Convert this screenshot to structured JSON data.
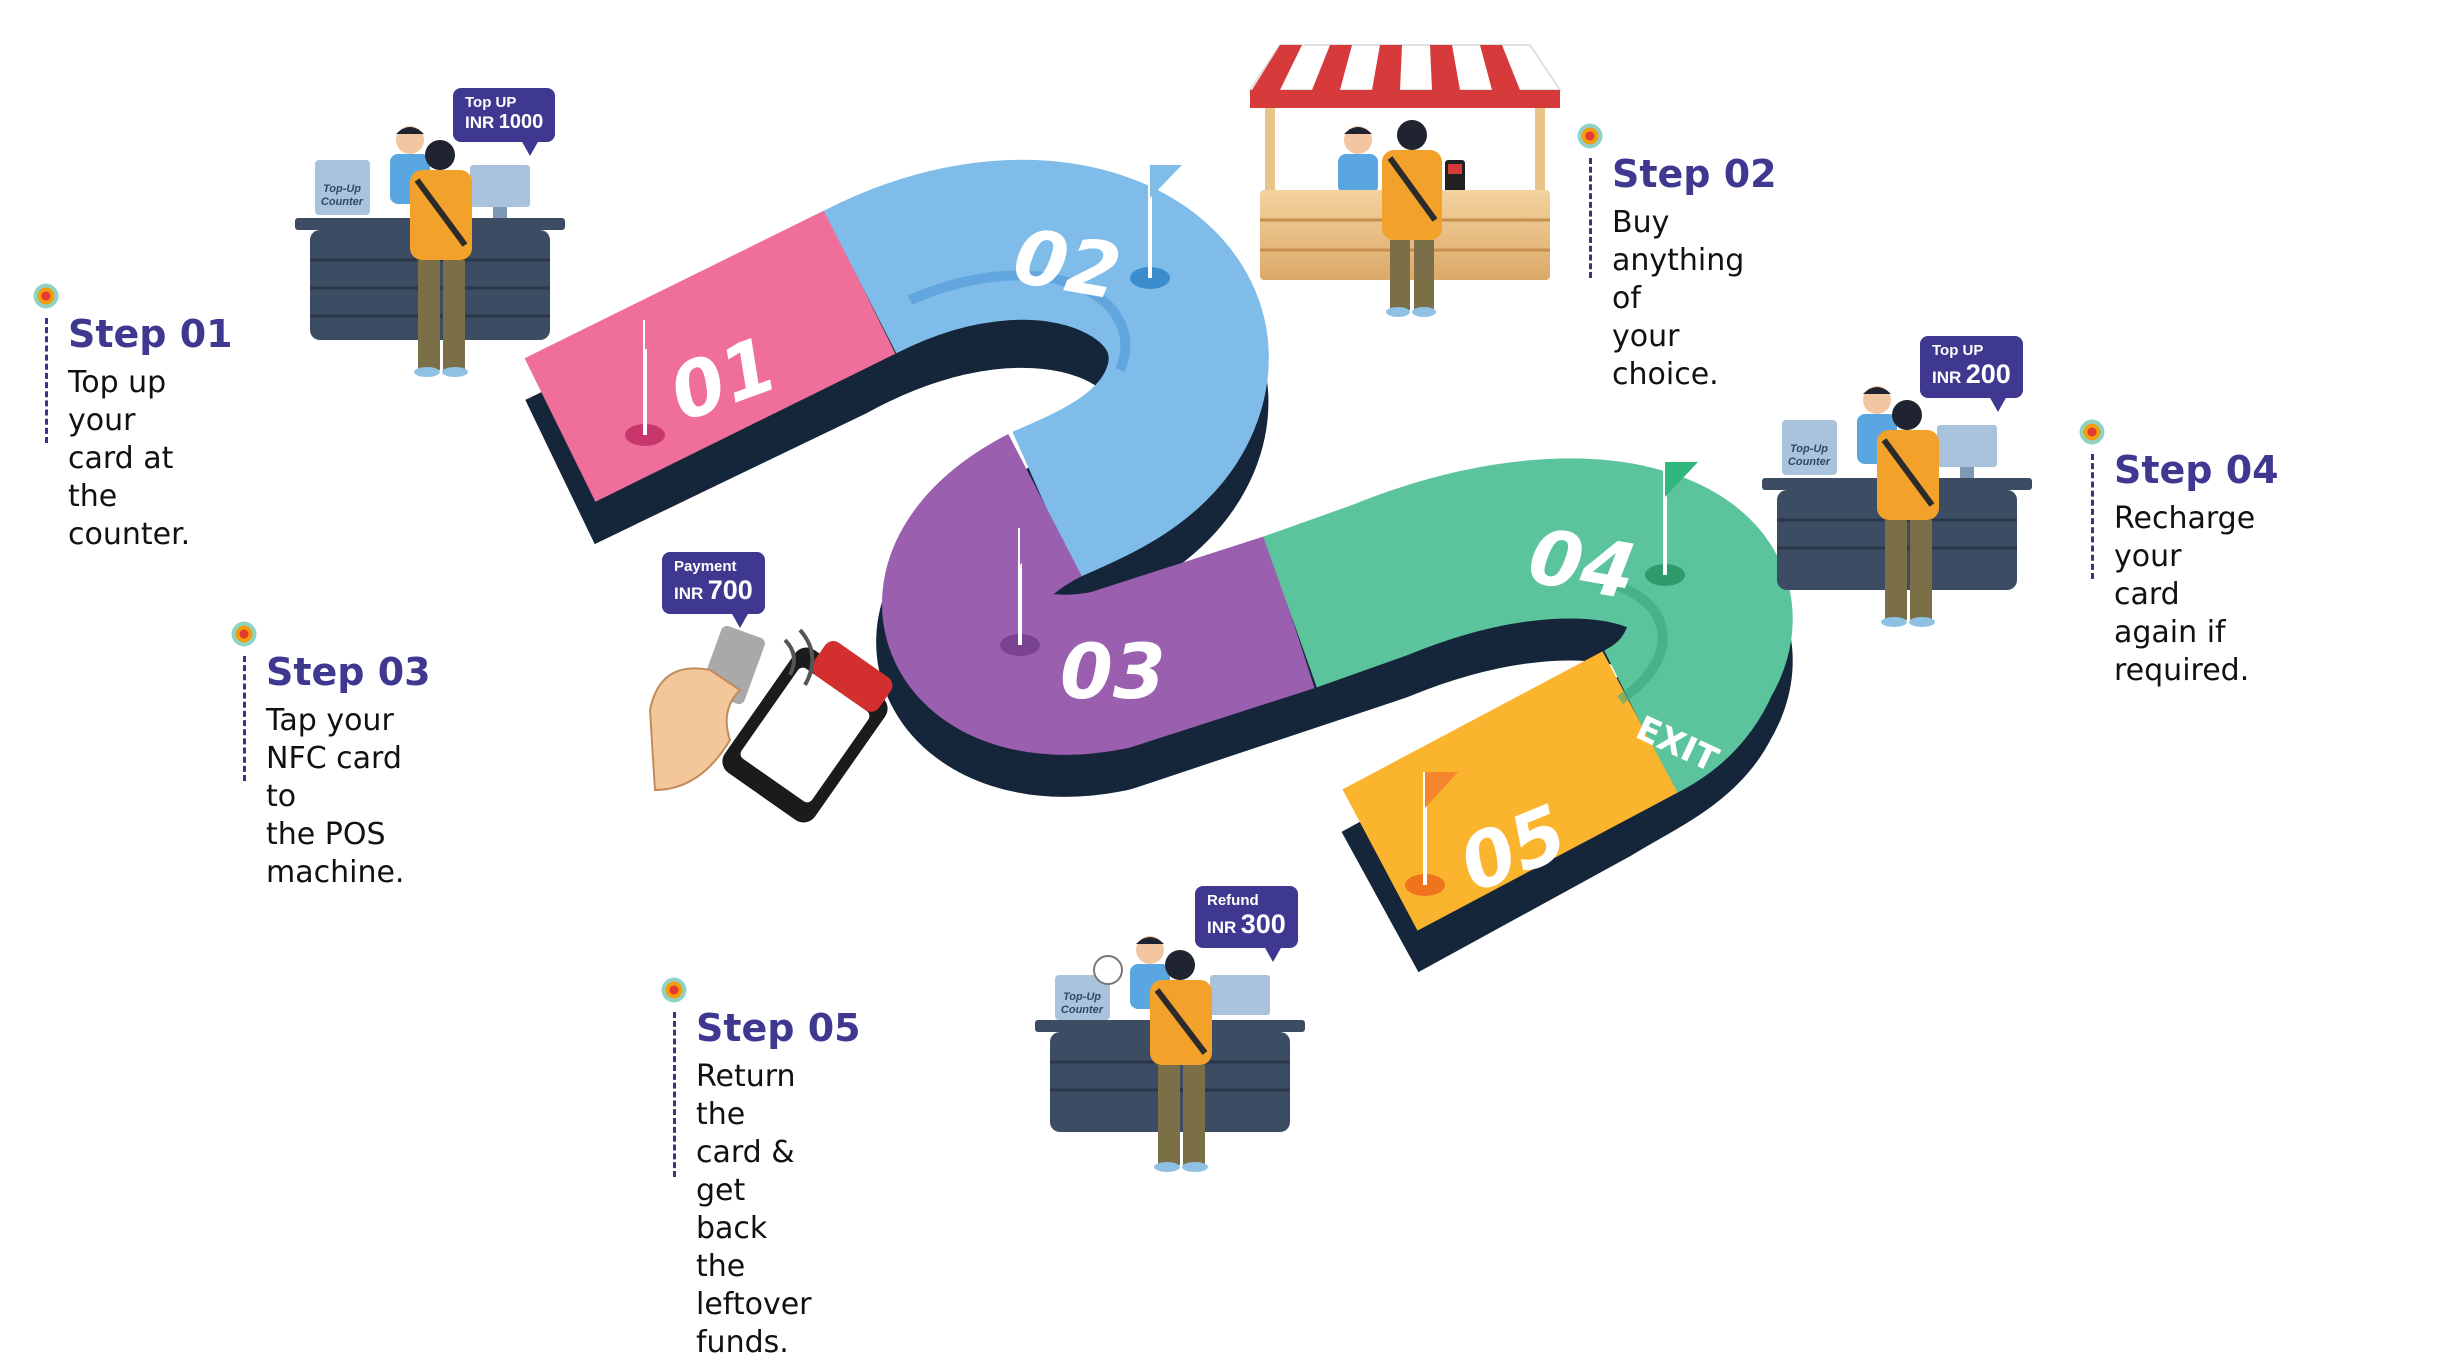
{
  "steps": [
    {
      "title": "Step 01",
      "text": "Top up your card at\nthe counter."
    },
    {
      "title": "Step 02",
      "text": "Buy anything of\nyour choice."
    },
    {
      "title": "Step 03",
      "text": "Tap your NFC card to\nthe POS machine."
    },
    {
      "title": "Step 04",
      "text": "Recharge your card\nagain if required."
    },
    {
      "title": "Step 05",
      "text": "Return the\ncard & get back the\nleftover funds."
    }
  ],
  "bubbles": [
    {
      "label": "Top UP",
      "currency": "INR",
      "amount": "1000"
    },
    {
      "label": "Top UP",
      "currency": "INR",
      "amount": "200"
    },
    {
      "label": "Payment",
      "currency": "INR",
      "amount": "700"
    },
    {
      "label": "Refund",
      "currency": "INR",
      "amount": "300"
    }
  ],
  "path_labels": [
    "01",
    "02",
    "03",
    "04",
    "05",
    "EXIT"
  ],
  "counter_sign": "Top-Up\nCounter",
  "colors": {
    "step01": "#ef6e9a",
    "step02": "#7fbce9",
    "step03": "#9b5fb0",
    "step04": "#5cc49c",
    "step05": "#fbb42d",
    "shadow": "#16263a",
    "heading": "#3f3891"
  }
}
